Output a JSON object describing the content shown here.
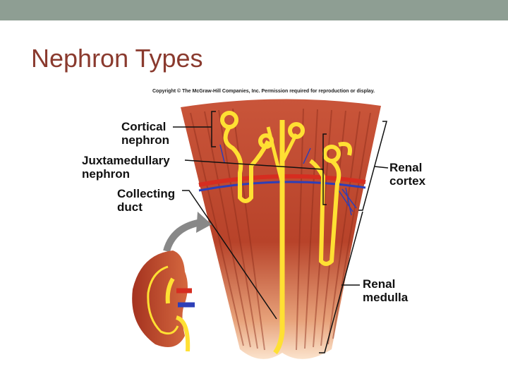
{
  "slide": {
    "title": "Nephron Types",
    "copyright": "Copyright © The McGraw-Hill Companies, Inc. Permission required for reproduction or display."
  },
  "labels": {
    "cortical_line1": "Cortical",
    "cortical_line2": "nephron",
    "juxta_line1": "Juxtamedullary",
    "juxta_line2": "nephron",
    "collecting_line1": "Collecting",
    "collecting_line2": "duct",
    "cortex_line1": "Renal",
    "cortex_line2": "cortex",
    "medulla_line1": "Renal",
    "medulla_line2": "medulla"
  },
  "colors": {
    "top_bar": "#8e9e93",
    "title": "#8a3a2e",
    "tissue": "#b8432a",
    "nephron": "#ffe033",
    "vessel_red": "#d62d20",
    "vessel_blue": "#2d3fb8"
  }
}
